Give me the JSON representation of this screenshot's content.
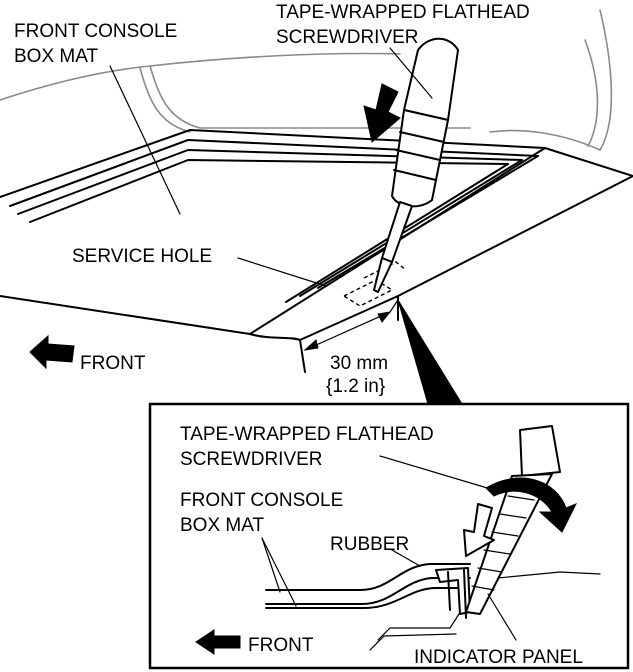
{
  "labels": {
    "console_mat_top_line1": "FRONT CONSOLE",
    "console_mat_top_line2": "BOX MAT",
    "screwdriver_top_line1": "TAPE-WRAPPED FLATHEAD",
    "screwdriver_top_line2": "SCREWDRIVER",
    "service_hole": "SERVICE HOLE",
    "front_main": "FRONT",
    "dimension_mm": "30 mm",
    "dimension_in": "{1.2 in}",
    "screwdriver_detail_line1": "TAPE-WRAPPED FLATHEAD",
    "screwdriver_detail_line2": "SCREWDRIVER",
    "console_mat_detail_line1": "FRONT CONSOLE",
    "console_mat_detail_line2": "BOX MAT",
    "rubber": "RUBBER",
    "front_detail": "FRONT",
    "indicator_panel": "INDICATOR PANEL"
  }
}
